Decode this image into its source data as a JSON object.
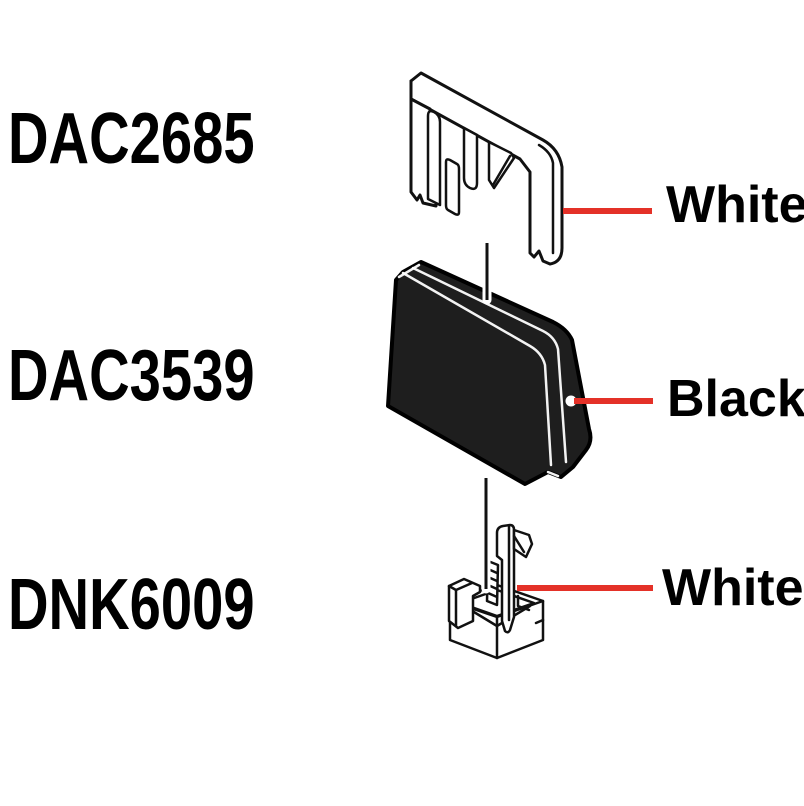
{
  "diagram_type": "exploded-parts-diagram",
  "parts": [
    {
      "number": "DAC2685",
      "color_label": "White"
    },
    {
      "number": "DAC3539",
      "color_label": "Black"
    },
    {
      "number": "DNK6009",
      "color_label": "White"
    }
  ],
  "colors": {
    "leader_red": "#e43128",
    "part_fill_black": "#1e1e1e",
    "line_black": "#111111",
    "background": "#ffffff"
  }
}
